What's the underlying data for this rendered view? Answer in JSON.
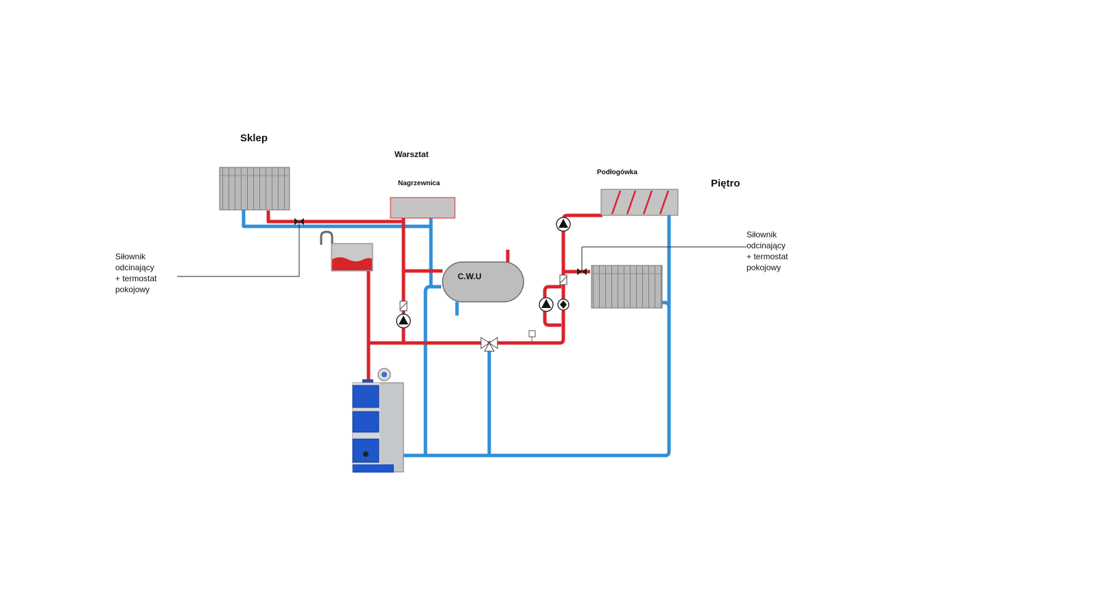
{
  "labels": {
    "sklep": "Sklep",
    "warsztat": "Warsztat",
    "nagrzewnica": "Nagrzewnica",
    "podlogowka": "Podłogówka",
    "pietro": "Piętro",
    "cwu": "C.W.U"
  },
  "notes": {
    "left": [
      "Siłownik",
      "odcinający",
      "+ termostat",
      "pokojowy"
    ],
    "right": [
      "Siłownik",
      "odcinający",
      "+ termostat",
      "pokojowy"
    ]
  },
  "colors": {
    "hot_pipe": "#d9242a",
    "cold_pipe": "#2f8fd8",
    "radiator": "#b9b9b9",
    "tank": "#bdbdbd",
    "boiler_blue": "#1f56c9",
    "boiler_body": "#c4c7cc",
    "expansion_water": "#d9242a"
  }
}
